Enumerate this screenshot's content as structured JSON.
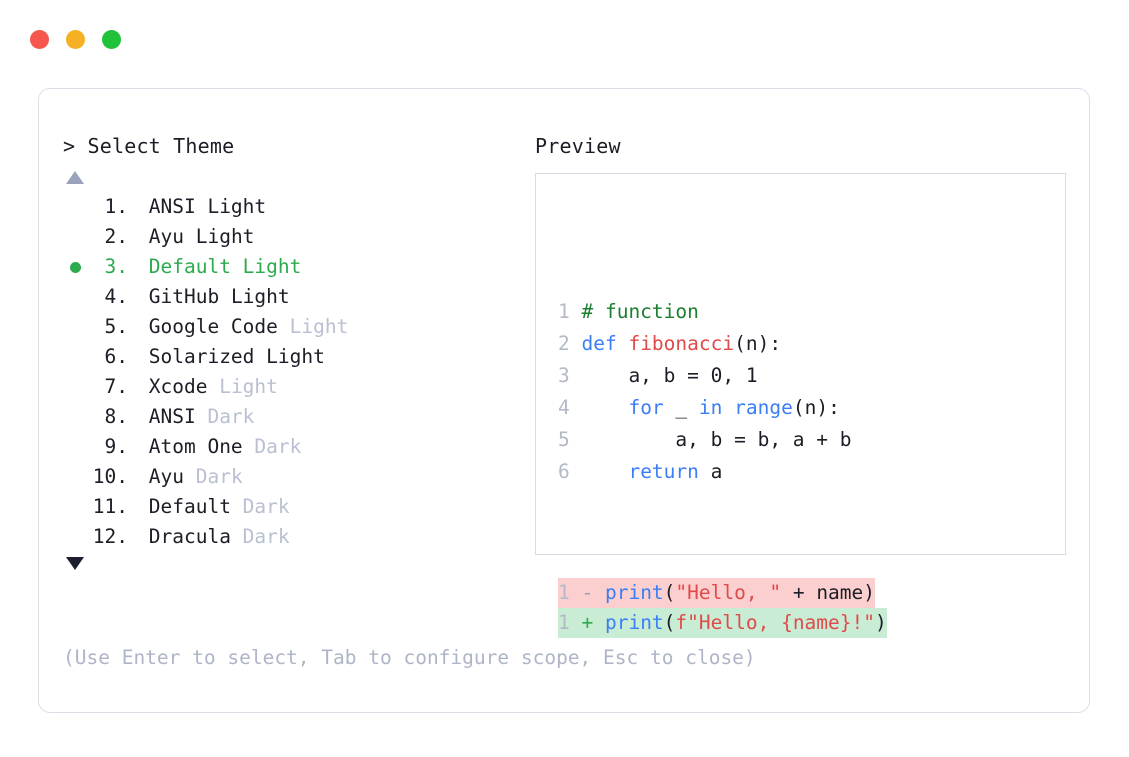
{
  "window": {
    "traffic_lights": [
      {
        "name": "close",
        "color": "#f5574e"
      },
      {
        "name": "minimize",
        "color": "#f6b024"
      },
      {
        "name": "maximize",
        "color": "#20c23a"
      }
    ]
  },
  "prompt": {
    "heading": "> Select Theme",
    "scroll_up_indicator": "▲",
    "scroll_down_indicator": "▼"
  },
  "theme_list": [
    {
      "num": " 1.",
      "name": "ANSI",
      "variant": "Light",
      "variant_dim": false,
      "selected": false
    },
    {
      "num": " 2.",
      "name": "Ayu",
      "variant": "Light",
      "variant_dim": false,
      "selected": false
    },
    {
      "num": " 3.",
      "name": "Default",
      "variant": "Light",
      "variant_dim": false,
      "selected": true
    },
    {
      "num": " 4.",
      "name": "GitHub",
      "variant": "Light",
      "variant_dim": false,
      "selected": false
    },
    {
      "num": " 5.",
      "name": "Google Code",
      "variant": "Light",
      "variant_dim": true,
      "selected": false
    },
    {
      "num": " 6.",
      "name": "Solarized",
      "variant": "Light",
      "variant_dim": false,
      "selected": false
    },
    {
      "num": " 7.",
      "name": "Xcode",
      "variant": "Light",
      "variant_dim": true,
      "selected": false
    },
    {
      "num": " 8.",
      "name": "ANSI",
      "variant": "Dark",
      "variant_dim": true,
      "selected": false
    },
    {
      "num": " 9.",
      "name": "Atom One",
      "variant": "Dark",
      "variant_dim": true,
      "selected": false
    },
    {
      "num": "10.",
      "name": "Ayu",
      "variant": "Dark",
      "variant_dim": true,
      "selected": false
    },
    {
      "num": "11.",
      "name": "Default",
      "variant": "Dark",
      "variant_dim": true,
      "selected": false
    },
    {
      "num": "12.",
      "name": "Dracula",
      "variant": "Dark",
      "variant_dim": true,
      "selected": false
    }
  ],
  "preview": {
    "heading": "Preview",
    "code_lines": [
      {
        "ln": "1",
        "tokens": [
          {
            "t": "# function",
            "c": "comment"
          }
        ]
      },
      {
        "ln": "2",
        "tokens": [
          {
            "t": "def ",
            "c": "kw"
          },
          {
            "t": "fibonacci",
            "c": "fn"
          },
          {
            "t": "(n):",
            "c": "plain"
          }
        ]
      },
      {
        "ln": "3",
        "tokens": [
          {
            "t": "    a, b = ",
            "c": "plain"
          },
          {
            "t": "0",
            "c": "num"
          },
          {
            "t": ", ",
            "c": "plain"
          },
          {
            "t": "1",
            "c": "num"
          }
        ]
      },
      {
        "ln": "4",
        "tokens": [
          {
            "t": "    ",
            "c": "plain"
          },
          {
            "t": "for",
            "c": "kw"
          },
          {
            "t": " _ ",
            "c": "plain"
          },
          {
            "t": "in range",
            "c": "kw"
          },
          {
            "t": "(n):",
            "c": "plain"
          }
        ]
      },
      {
        "ln": "5",
        "tokens": [
          {
            "t": "        a, b = b, a + b",
            "c": "plain"
          }
        ]
      },
      {
        "ln": "6",
        "tokens": [
          {
            "t": "    ",
            "c": "plain"
          },
          {
            "t": "return",
            "c": "kw"
          },
          {
            "t": " a",
            "c": "plain"
          }
        ]
      }
    ],
    "diff_lines": [
      {
        "ln": "1",
        "marker": "-",
        "kind": "del",
        "tokens": [
          {
            "t": "print",
            "c": "kw"
          },
          {
            "t": "(",
            "c": "plain"
          },
          {
            "t": "\"Hello, \"",
            "c": "str"
          },
          {
            "t": " + name)",
            "c": "plain"
          }
        ]
      },
      {
        "ln": "1",
        "marker": "+",
        "kind": "add",
        "tokens": [
          {
            "t": "print",
            "c": "kw"
          },
          {
            "t": "(",
            "c": "plain"
          },
          {
            "t": "f\"Hello, {name}!\"",
            "c": "str"
          },
          {
            "t": ")",
            "c": "plain"
          }
        ]
      }
    ]
  },
  "footer": {
    "hint": "(Use Enter to select, Tab to configure scope, Esc to close)"
  },
  "colors": {
    "accent_green": "#2eaa4e",
    "keyword_blue": "#3b7ef5",
    "string_red": "#e04a4a",
    "comment_green": "#1a7f2e",
    "dim_text": "#b9c0d2",
    "diff_del_bg": "#fbcfcf",
    "diff_add_bg": "#c9ecd4"
  }
}
